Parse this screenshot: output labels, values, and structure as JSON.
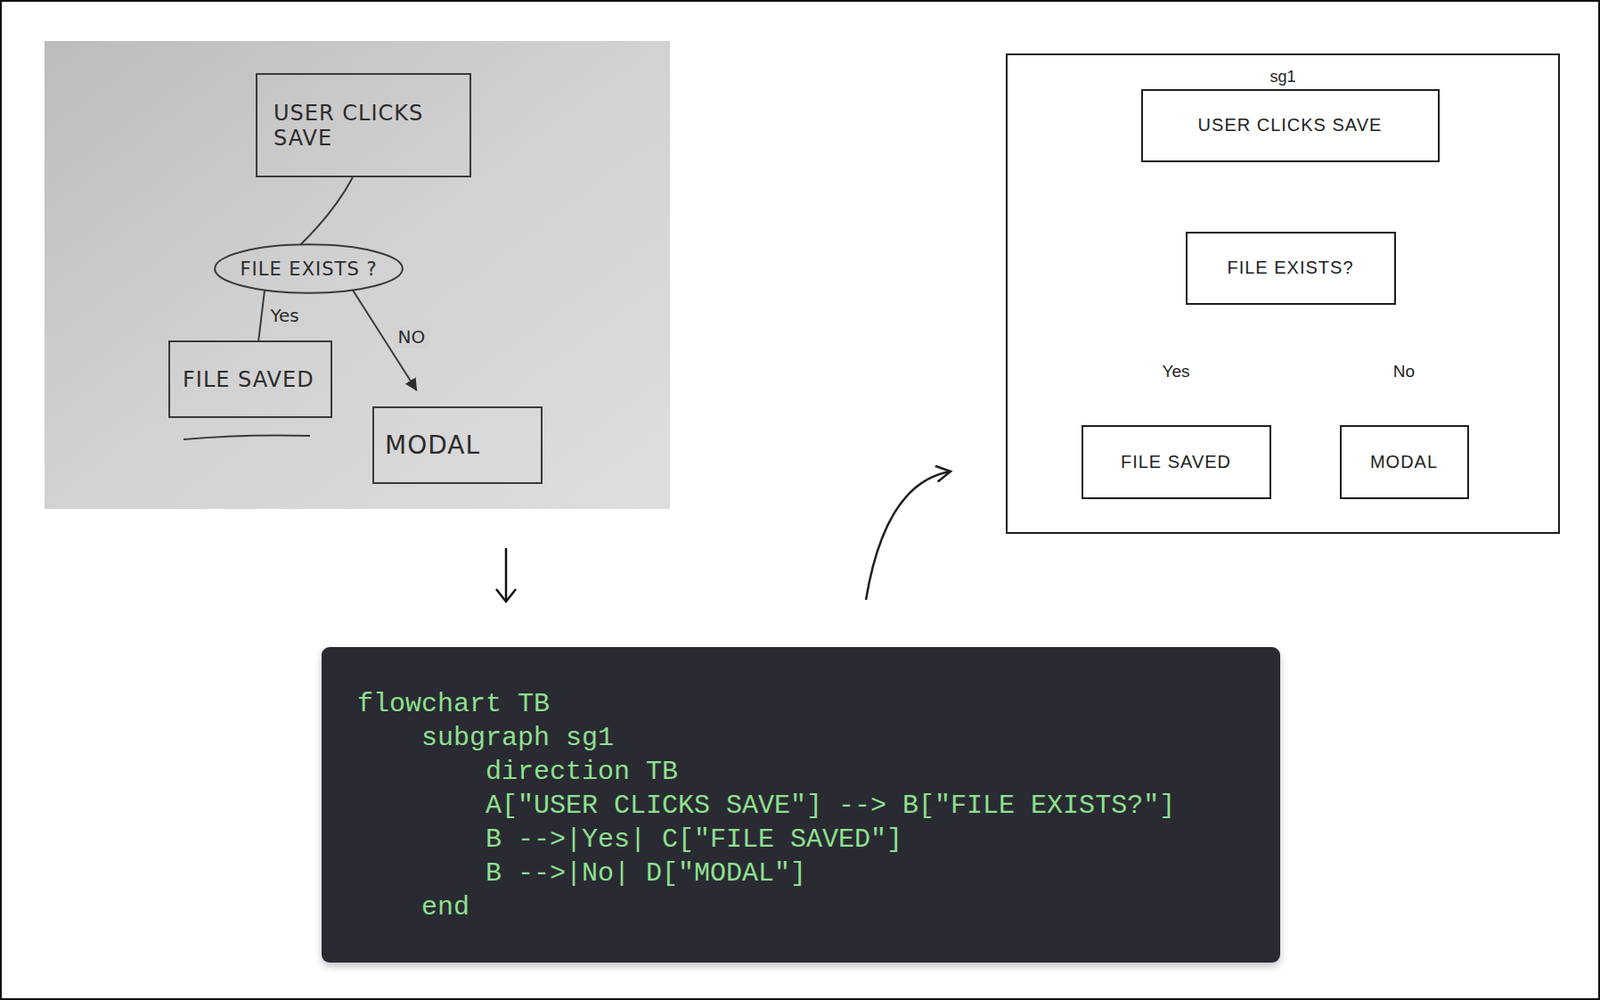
{
  "diagram": {
    "nodes": [
      {
        "text": [
          "USER CLICKS SAVE"
        ]
      },
      {
        "text": [
          "FILE EXISTS ?"
        ]
      },
      {
        "text": [
          "FILE SAVED"
        ]
      },
      {
        "text": [
          "MODAL"
        ]
      },
      {
        "text": [
          "sg1"
        ]
      },
      {
        "text": [
          "USER CLICKS SAVE"
        ],
        "in": 4
      },
      {
        "text": [
          "FILE EXISTS?"
        ],
        "in": 4
      },
      {
        "text": [
          "FILE SAVED"
        ],
        "in": 4
      },
      {
        "text": [
          "MODAL"
        ],
        "in": 4
      },
      {
        "text": [
          "flowchart TB",
          "subgraph sg1",
          "direction TB",
          "A[\"USER CLICKS SAVE\"] --> B[\"FILE EXISTS?\"]",
          "B -->|Yes| C[\"FILE SAVED\"]",
          "B -->|No| D[\"MODAL\"]",
          "end"
        ]
      }
    ],
    "edges": [
      {
        "from": 0,
        "to": 1,
        "arrow": "none"
      },
      {
        "from": 1,
        "to": 2,
        "label": "Yes",
        "arrow": "none"
      },
      {
        "from": 1,
        "to": 3,
        "label": "NO",
        "arrow": "to"
      },
      {
        "from": 5,
        "to": 6,
        "arrow": "to"
      },
      {
        "from": 6,
        "to": 7,
        "label": "Yes",
        "arrow": "to"
      },
      {
        "from": 6,
        "to": 8,
        "label": "No",
        "arrow": "to"
      },
      {
        "from": 9,
        "to": 4,
        "arrow": "to"
      }
    ]
  }
}
